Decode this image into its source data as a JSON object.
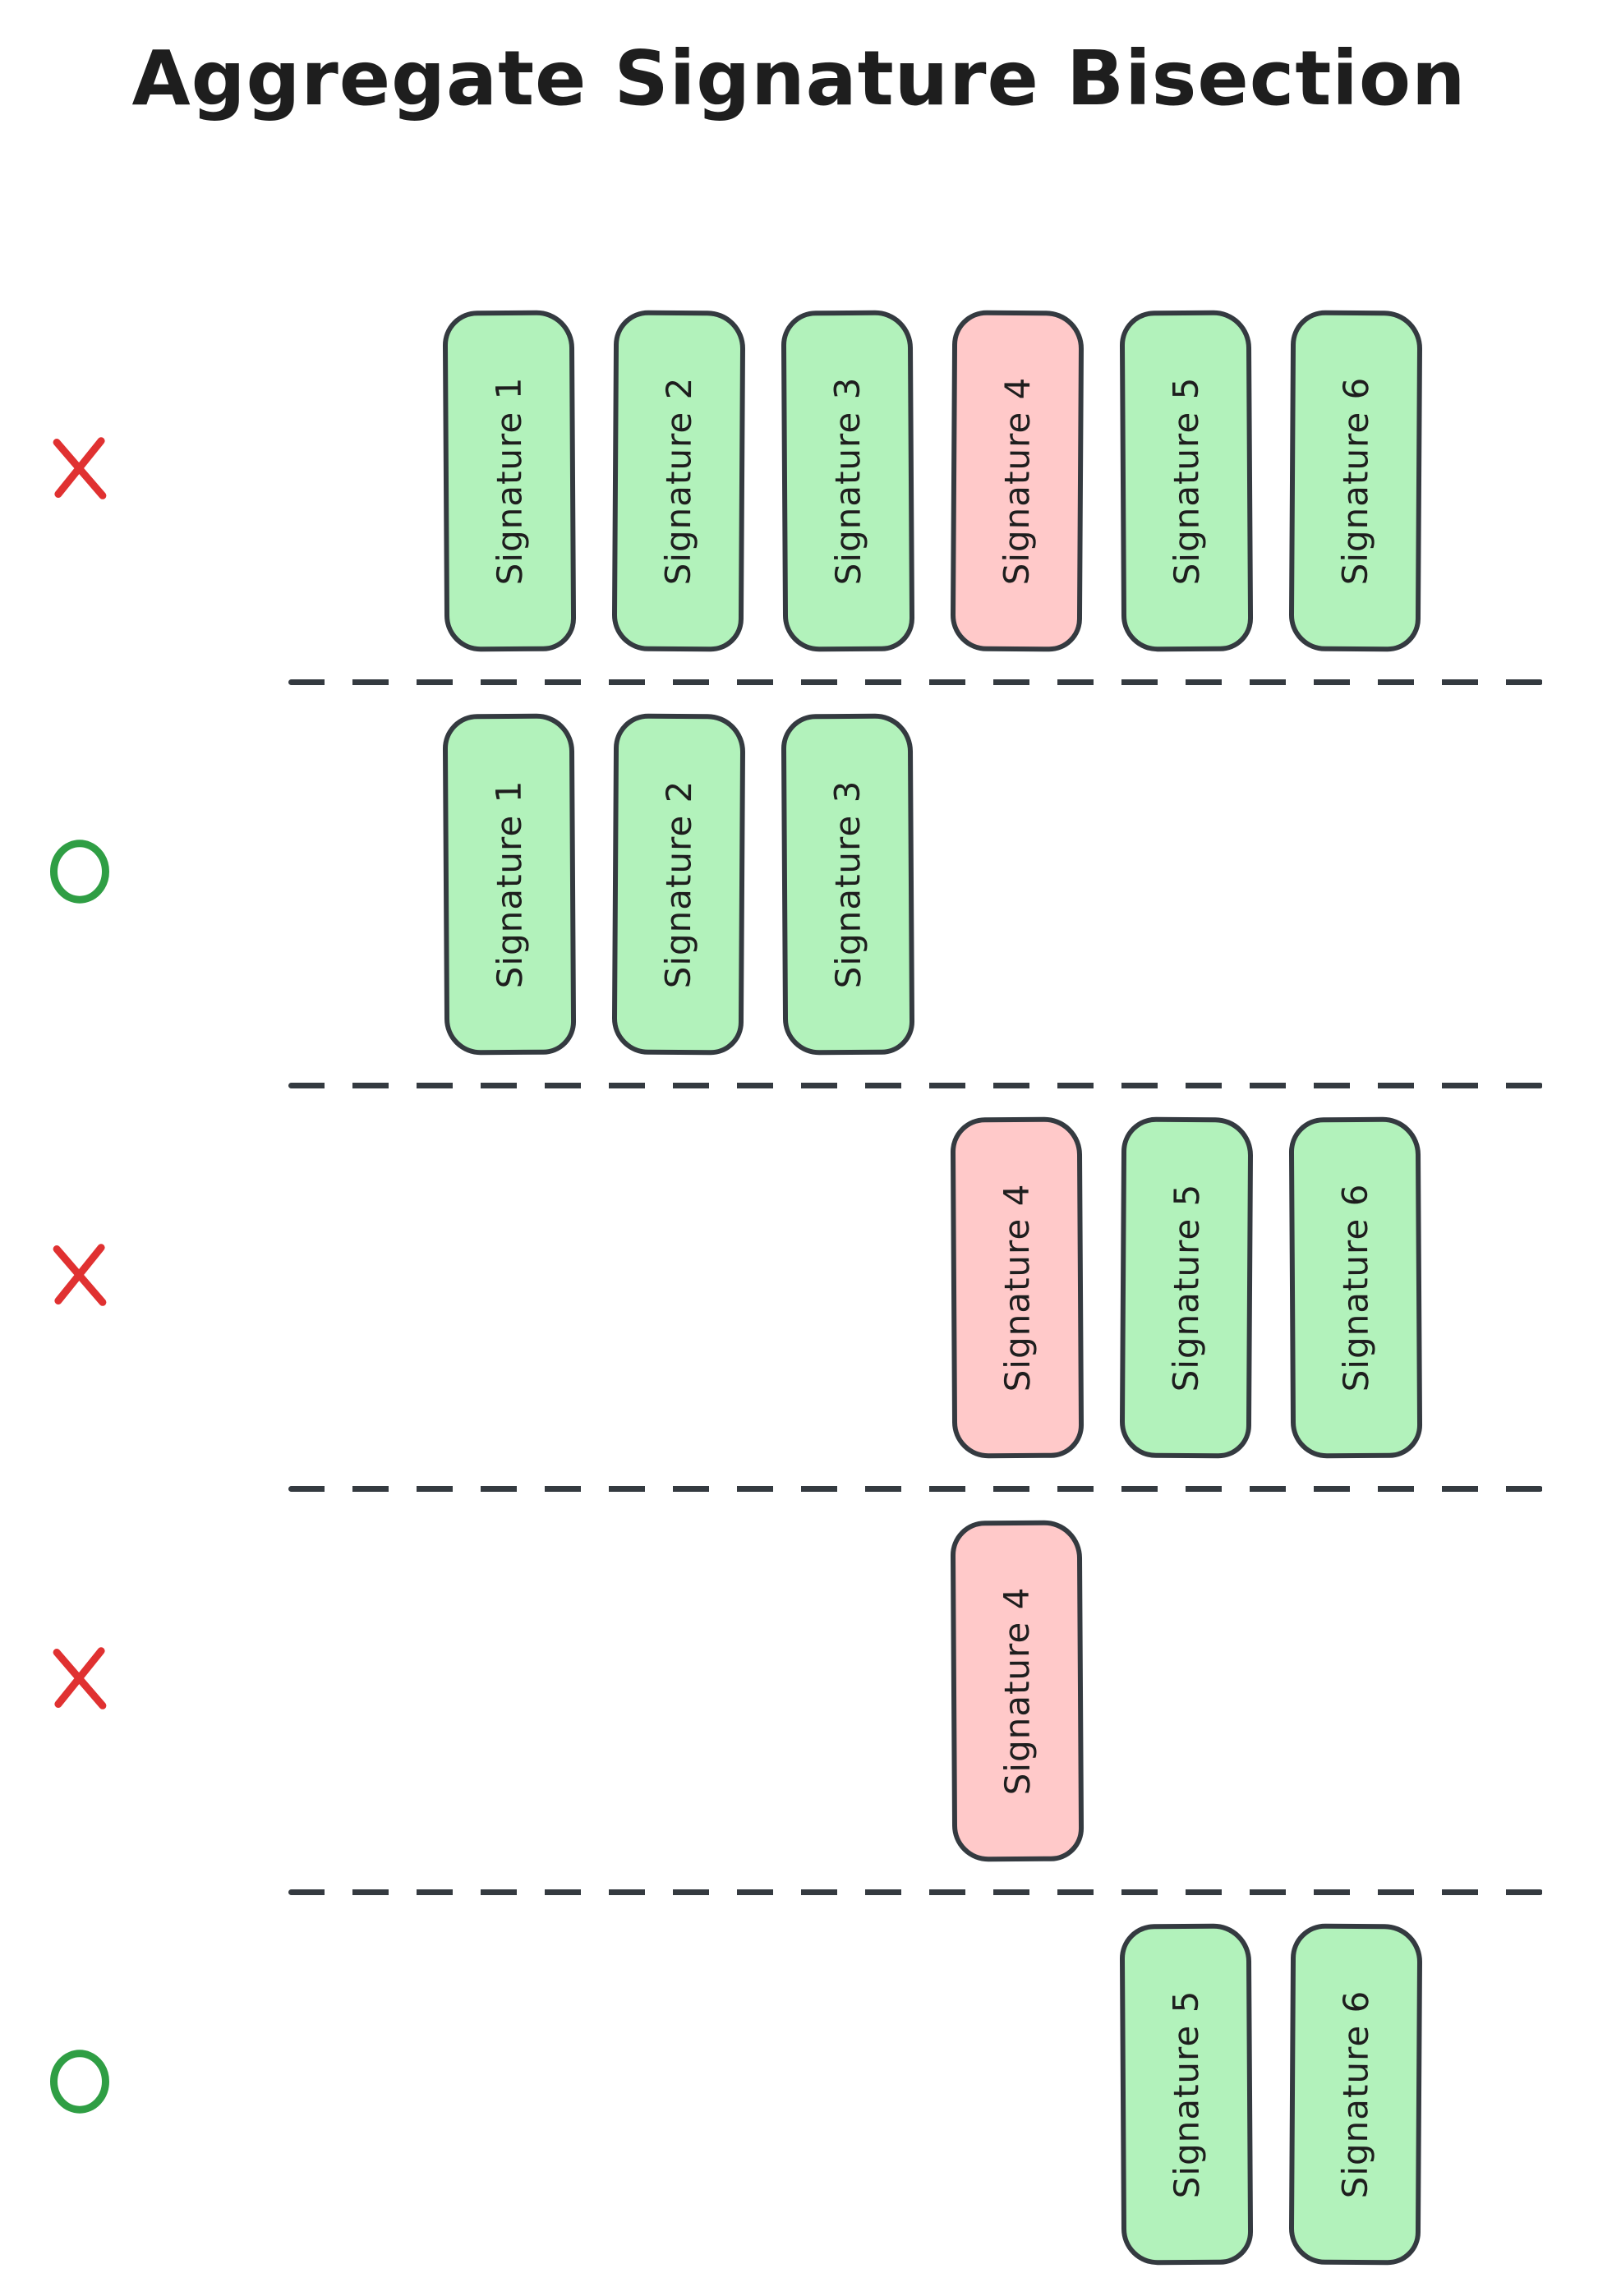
{
  "title": "Aggregate Signature Bisection",
  "colors": {
    "background": "#ffffff",
    "valid_fill": "#b2f2bb",
    "invalid_fill": "#ffc9c9",
    "outline": "#343a40",
    "text": "#1e1e1e",
    "fail_marker": "#e03131",
    "pass_marker": "#2f9e44"
  },
  "icons": {
    "x": {
      "name": "x-mark-icon",
      "glyph": "✕",
      "color": "#e03131"
    },
    "o": {
      "name": "circle-icon",
      "glyph": "○",
      "color": "#2f9e44"
    }
  },
  "diagram": {
    "rows": [
      {
        "marker": "x",
        "boxes": [
          {
            "label": "Signature 1",
            "state": "valid",
            "col": 0
          },
          {
            "label": "Signature 2",
            "state": "valid",
            "col": 1
          },
          {
            "label": "Signature 3",
            "state": "valid",
            "col": 2
          },
          {
            "label": "Signature 4",
            "state": "invalid",
            "col": 3
          },
          {
            "label": "Signature 5",
            "state": "valid",
            "col": 4
          },
          {
            "label": "Signature 6",
            "state": "valid",
            "col": 5
          }
        ]
      },
      {
        "marker": "o",
        "boxes": [
          {
            "label": "Signature 1",
            "state": "valid",
            "col": 0
          },
          {
            "label": "Signature 2",
            "state": "valid",
            "col": 1
          },
          {
            "label": "Signature 3",
            "state": "valid",
            "col": 2
          }
        ]
      },
      {
        "marker": "x",
        "boxes": [
          {
            "label": "Signature 4",
            "state": "invalid",
            "col": 3
          },
          {
            "label": "Signature 5",
            "state": "valid",
            "col": 4
          },
          {
            "label": "Signature 6",
            "state": "valid",
            "col": 5
          }
        ]
      },
      {
        "marker": "x",
        "boxes": [
          {
            "label": "Signature 4",
            "state": "invalid",
            "col": 3
          }
        ]
      },
      {
        "marker": "o",
        "boxes": [
          {
            "label": "Signature 5",
            "state": "valid",
            "col": 4
          },
          {
            "label": "Signature 6",
            "state": "valid",
            "col": 5
          }
        ]
      }
    ]
  }
}
